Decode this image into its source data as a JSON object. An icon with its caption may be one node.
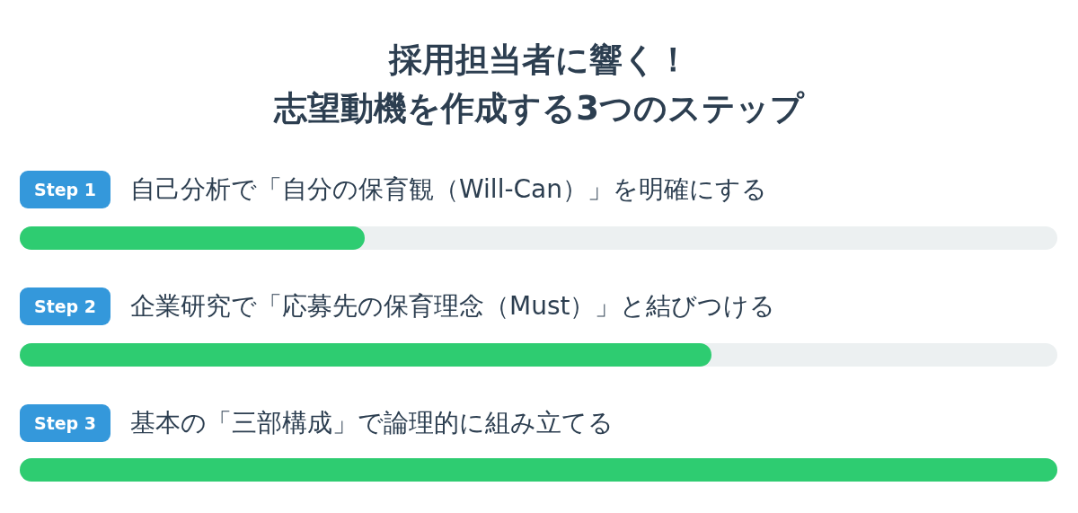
{
  "diagram": {
    "title": "採用担当者に響く！志望動機を作成する3つのステップ",
    "nodes": [
      {
        "text": [
          "Step 1"
        ],
        "beside": [
          "自己分析で「自分の保育観（Will-Can）」を明確にする"
        ]
      },
      {
        "text": [],
        "shape": "bar"
      },
      {
        "text": [
          "Step 2"
        ],
        "beside": [
          "企業研究で「応募先の保育理念（Must）」と結びつける"
        ]
      },
      {
        "text": [],
        "shape": "bar"
      },
      {
        "text": [
          "Step 3"
        ],
        "beside": [
          "基本の「三部構成」で論理的に組み立てる"
        ]
      },
      {
        "text": [],
        "shape": "bar"
      }
    ]
  }
}
